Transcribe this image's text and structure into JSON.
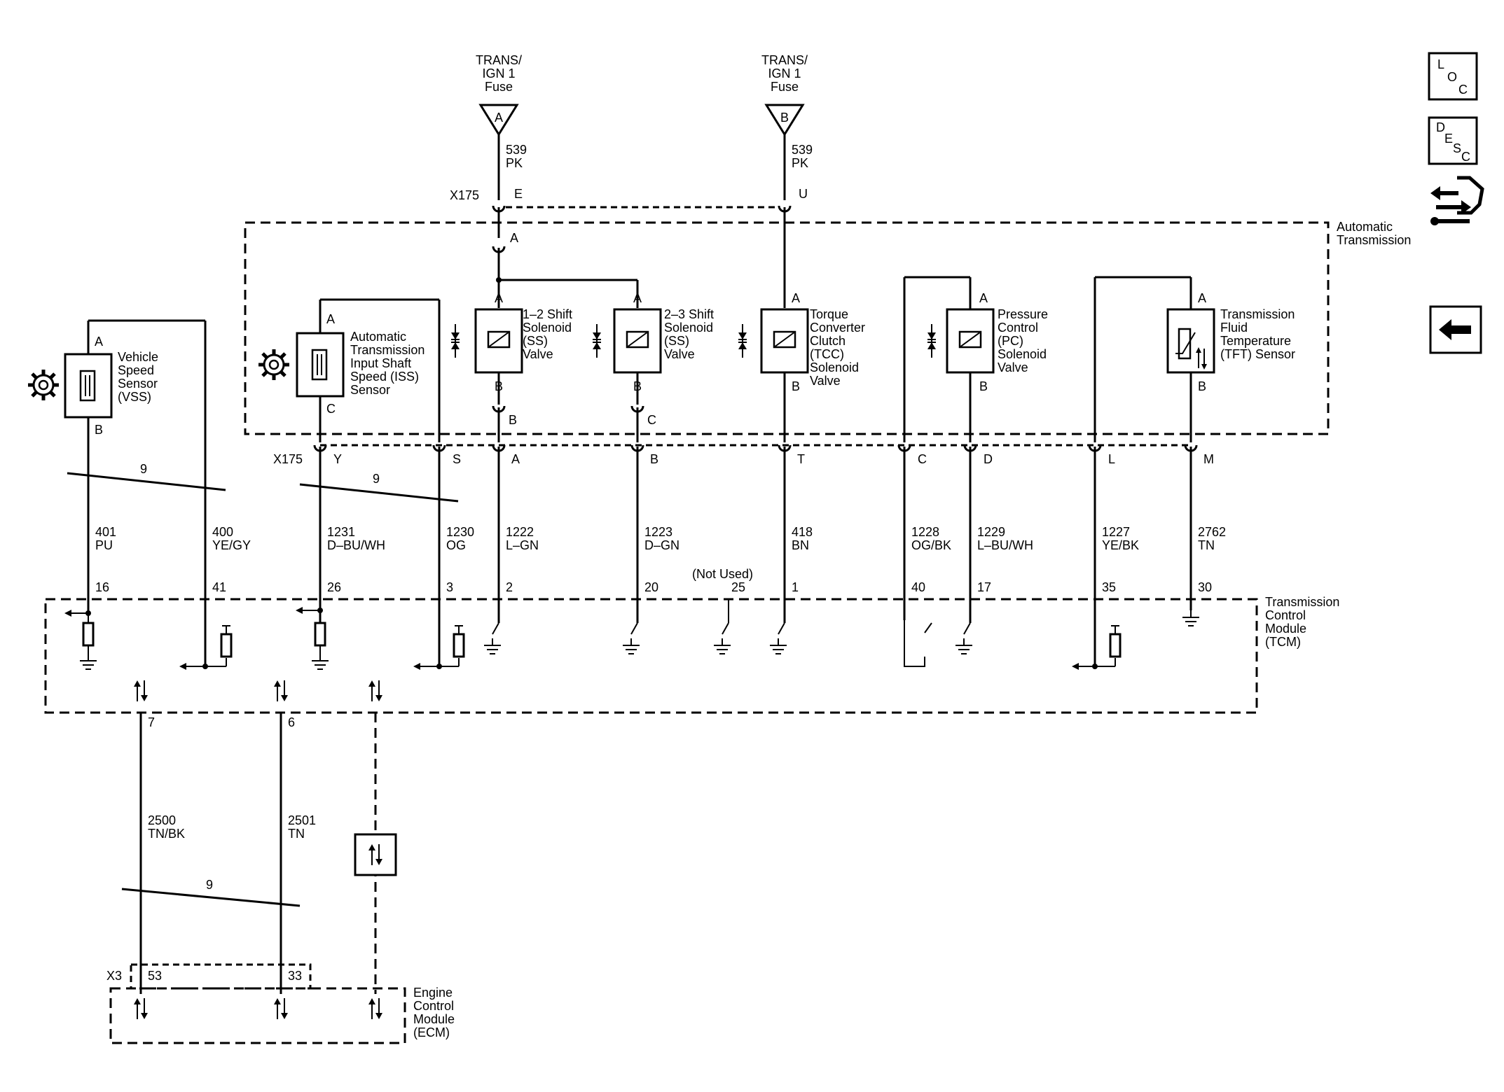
{
  "fuses": [
    {
      "label1": "TRANS/",
      "label2": "IGN 1",
      "label3": "Fuse",
      "letter": "A",
      "circuit": "539",
      "color": "PK",
      "pin": "E"
    },
    {
      "label1": "TRANS/",
      "label2": "IGN 1",
      "label3": "Fuse",
      "letter": "B",
      "circuit": "539",
      "color": "PK",
      "pin": "U"
    }
  ],
  "connectors": {
    "x175_top": "X175",
    "x175_bottom": "X175",
    "x3": "X3",
    "inline_a": "A"
  },
  "modules": {
    "automatic_transmission": {
      "line1": "Automatic",
      "line2": "Transmission"
    },
    "tcm": {
      "line1": "Transmission",
      "line2": "Control",
      "line3": "Module",
      "line4": "(TCM)"
    },
    "ecm": {
      "line1": "Engine",
      "line2": "Control",
      "line3": "Module",
      "line4": "(ECM)"
    }
  },
  "vss": {
    "lines": [
      "Vehicle",
      "Speed",
      "Sensor",
      "(VSS)"
    ],
    "pin_a": "A",
    "pin_b": "B"
  },
  "iss": {
    "lines": [
      "Automatic",
      "Transmission",
      "Input Shaft",
      "Speed (ISS)",
      "Sensor"
    ],
    "pin_a": "A",
    "pin_c": "C"
  },
  "components": [
    {
      "lines": [
        "1–2 Shift",
        "Solenoid",
        "(SS)",
        "Valve"
      ],
      "pin_top": "A",
      "pin_bottom": "B",
      "sub_pin": "B"
    },
    {
      "lines": [
        "2–3 Shift",
        "Solenoid",
        "(SS)",
        "Valve"
      ],
      "pin_top": "A",
      "pin_bottom": "B",
      "sub_pin": "C"
    },
    {
      "lines": [
        "Torque",
        "Converter",
        "Clutch",
        "(TCC)",
        "Solenoid",
        "Valve"
      ],
      "pin_top": "A",
      "pin_bottom": "B"
    },
    {
      "lines": [
        "Pressure",
        "Control",
        "(PC)",
        "Solenoid",
        "Valve"
      ],
      "pin_top": "A",
      "pin_bottom": "B"
    },
    {
      "lines": [
        "Transmission",
        "Fluid",
        "Temperature",
        "(TFT) Sensor"
      ],
      "pin_top": "A",
      "pin_bottom": "B"
    }
  ],
  "x175_pins": [
    "Y",
    "S",
    "A",
    "B",
    "T",
    "C",
    "D",
    "L",
    "M"
  ],
  "twist": {
    "vss": "9",
    "iss": "9",
    "serial": "9"
  },
  "wires": [
    {
      "circuit": "401",
      "color": "PU",
      "pin": "16"
    },
    {
      "circuit": "400",
      "color": "YE/GY",
      "pin": "41"
    },
    {
      "circuit": "1231",
      "color": "D–BU/WH",
      "pin": "26"
    },
    {
      "circuit": "1230",
      "color": "OG",
      "pin": "3"
    },
    {
      "circuit": "1222",
      "color": "L–GN",
      "pin": "2"
    },
    {
      "circuit": "1223",
      "color": "D–GN",
      "pin": "20"
    },
    {
      "circuit": "418",
      "color": "BN",
      "pin": "1"
    },
    {
      "circuit": "1228",
      "color": "OG/BK",
      "pin": "40"
    },
    {
      "circuit": "1229",
      "color": "L–BU/WH",
      "pin": "17"
    },
    {
      "circuit": "1227",
      "color": "YE/BK",
      "pin": "35"
    },
    {
      "circuit": "2762",
      "color": "TN",
      "pin": "30"
    }
  ],
  "not_used": {
    "label": "(Not Used)",
    "pin": "25"
  },
  "serial": [
    {
      "pin_tcm": "7",
      "circuit": "2500",
      "color": "TN/BK",
      "pin_ecm": "53"
    },
    {
      "pin_tcm": "6",
      "circuit": "2501",
      "color": "TN",
      "pin_ecm": "33"
    }
  ],
  "nav": {
    "loc": [
      "L",
      "O",
      "C"
    ],
    "desc": [
      "D",
      "E",
      "S",
      "C"
    ]
  }
}
